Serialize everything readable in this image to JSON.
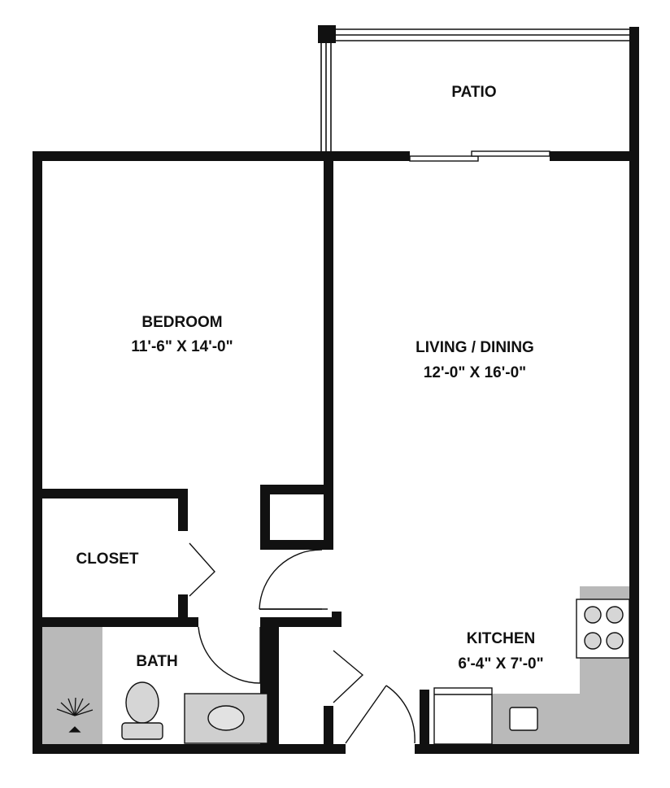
{
  "rooms": {
    "patio": {
      "name": "PATIO"
    },
    "bedroom": {
      "name": "BEDROOM",
      "dims": "11'-6\" X 14'-0\""
    },
    "living": {
      "name": "LIVING / DINING",
      "dims": "12'-0\" X 16'-0\""
    },
    "closet": {
      "name": "CLOSET"
    },
    "bath": {
      "name": "BATH"
    },
    "kitchen": {
      "name": "KITCHEN",
      "dims": "6'-4\" X 7'-0\""
    }
  },
  "colors": {
    "wall": "#111111",
    "counter": "#b9b9b9",
    "fixture_fill": "#d6d6d6",
    "background": "#ffffff"
  },
  "icons": {
    "stove": "stove-icon",
    "sink": "sink-icon",
    "toilet": "toilet-icon",
    "shower": "shower-icon",
    "fridge": "refrigerator-icon",
    "tub": "bathtub-icon"
  }
}
